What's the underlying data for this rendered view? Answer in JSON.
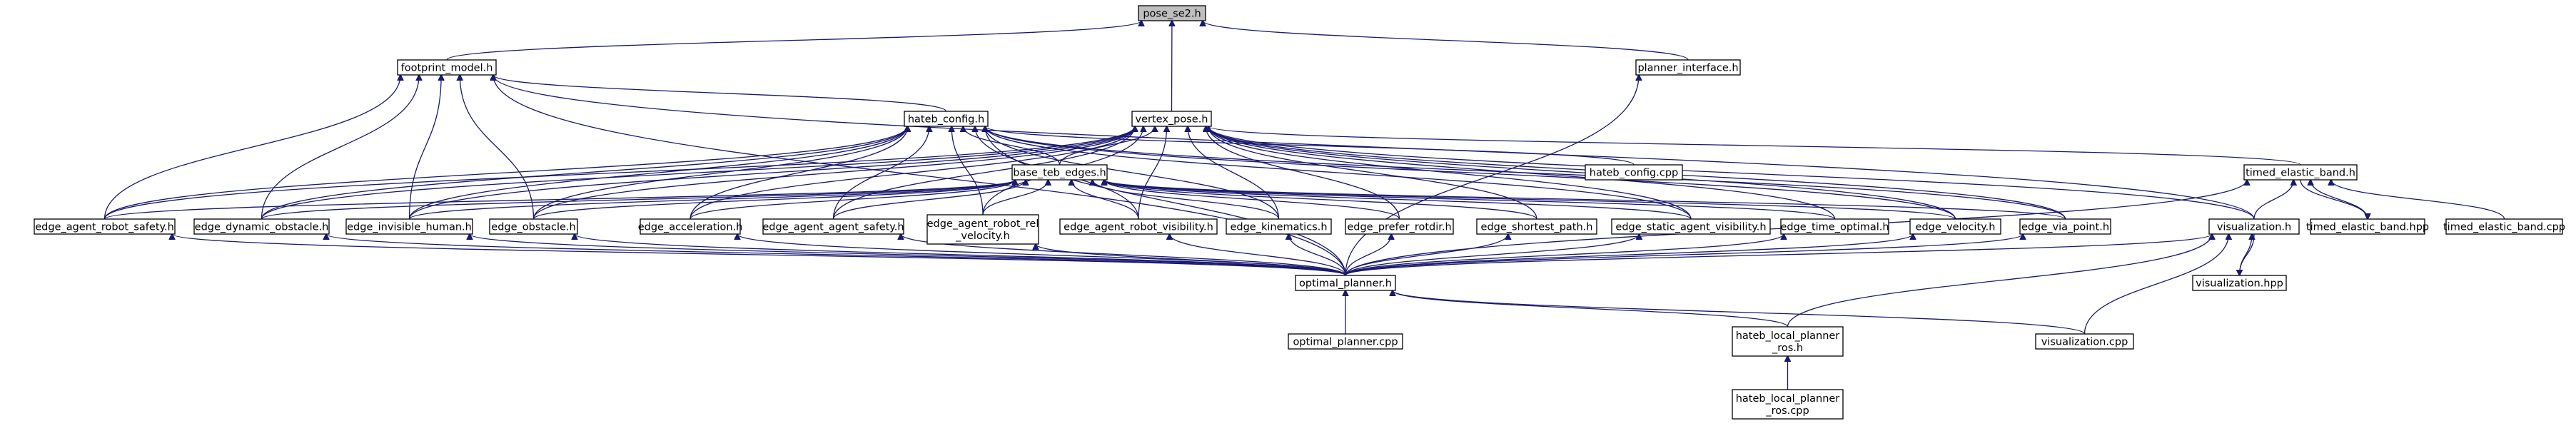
{
  "graph": {
    "colors": {
      "edge": "#191970",
      "root_fill": "#bfbfbf",
      "node_fill": "#ffffff",
      "node_border": "#000000"
    },
    "nodes": [
      {
        "id": "pose_se2",
        "label": "pose_se2.h",
        "root": true
      },
      {
        "id": "footprint_model",
        "label": "footprint_model.h"
      },
      {
        "id": "planner_interface",
        "label": "planner_interface.h"
      },
      {
        "id": "vertex_pose",
        "label": "vertex_pose.h"
      },
      {
        "id": "hateb_config",
        "label": "hateb_config.h"
      },
      {
        "id": "base_teb_edges",
        "label": "base_teb_edges.h"
      },
      {
        "id": "hateb_config_cpp",
        "label": "hateb_config.cpp"
      },
      {
        "id": "timed_elastic_band",
        "label": "timed_elastic_band.h"
      },
      {
        "id": "edge_agent_robot_safety",
        "label": "edge_agent_robot_safety.h"
      },
      {
        "id": "edge_dynamic_obstacle",
        "label": "edge_dynamic_obstacle.h"
      },
      {
        "id": "edge_invisible_human",
        "label": "edge_invisible_human.h"
      },
      {
        "id": "edge_obstacle",
        "label": "edge_obstacle.h"
      },
      {
        "id": "edge_acceleration",
        "label": "edge_acceleration.h"
      },
      {
        "id": "edge_agent_agent_safety",
        "label": "edge_agent_agent_safety.h"
      },
      {
        "id": "edge_agent_robot_rel_velocity",
        "label": "edge_agent_robot_rel\n_velocity.h"
      },
      {
        "id": "edge_agent_robot_visibility",
        "label": "edge_agent_robot_visibility.h"
      },
      {
        "id": "edge_kinematics",
        "label": "edge_kinematics.h"
      },
      {
        "id": "edge_prefer_rotdir",
        "label": "edge_prefer_rotdir.h"
      },
      {
        "id": "edge_shortest_path",
        "label": "edge_shortest_path.h"
      },
      {
        "id": "edge_static_agent_visibility",
        "label": "edge_static_agent_visibility.h"
      },
      {
        "id": "edge_time_optimal",
        "label": "edge_time_optimal.h"
      },
      {
        "id": "edge_velocity",
        "label": "edge_velocity.h"
      },
      {
        "id": "edge_via_point",
        "label": "edge_via_point.h"
      },
      {
        "id": "visualization_h",
        "label": "visualization.h"
      },
      {
        "id": "timed_elastic_band_hpp",
        "label": "timed_elastic_band.hpp"
      },
      {
        "id": "timed_elastic_band_cpp",
        "label": "timed_elastic_band.cpp"
      },
      {
        "id": "visualization_hpp",
        "label": "visualization.hpp"
      },
      {
        "id": "optimal_planner_h",
        "label": "optimal_planner.h"
      },
      {
        "id": "optimal_planner_cpp",
        "label": "optimal_planner.cpp"
      },
      {
        "id": "hateb_local_planner_ros_h",
        "label": "hateb_local_planner\n_ros.h"
      },
      {
        "id": "visualization_cpp",
        "label": "visualization.cpp"
      },
      {
        "id": "hateb_local_planner_ros_cpp",
        "label": "hateb_local_planner\n_ros.cpp"
      }
    ],
    "edges": [
      [
        "footprint_model",
        "pose_se2"
      ],
      [
        "planner_interface",
        "pose_se2"
      ],
      [
        "vertex_pose",
        "pose_se2"
      ],
      [
        "hateb_config",
        "footprint_model"
      ],
      [
        "edge_agent_robot_safety",
        "footprint_model"
      ],
      [
        "edge_dynamic_obstacle",
        "footprint_model"
      ],
      [
        "edge_invisible_human",
        "footprint_model"
      ],
      [
        "edge_obstacle",
        "footprint_model"
      ],
      [
        "optimal_planner_h",
        "footprint_model"
      ],
      [
        "visualization_h",
        "footprint_model"
      ],
      [
        "optimal_planner_h",
        "planner_interface"
      ],
      [
        "base_teb_edges",
        "hateb_config"
      ],
      [
        "hateb_config_cpp",
        "hateb_config"
      ],
      [
        "edge_agent_robot_safety",
        "hateb_config"
      ],
      [
        "edge_dynamic_obstacle",
        "hateb_config"
      ],
      [
        "edge_invisible_human",
        "hateb_config"
      ],
      [
        "edge_obstacle",
        "hateb_config"
      ],
      [
        "edge_acceleration",
        "hateb_config"
      ],
      [
        "edge_agent_agent_safety",
        "hateb_config"
      ],
      [
        "edge_agent_robot_rel_velocity",
        "hateb_config"
      ],
      [
        "edge_agent_robot_visibility",
        "hateb_config"
      ],
      [
        "edge_kinematics",
        "hateb_config"
      ],
      [
        "edge_static_agent_visibility",
        "hateb_config"
      ],
      [
        "edge_velocity",
        "hateb_config"
      ],
      [
        "edge_via_point",
        "hateb_config"
      ],
      [
        "optimal_planner_h",
        "hateb_config"
      ],
      [
        "timed_elastic_band",
        "vertex_pose"
      ],
      [
        "base_teb_edges",
        "vertex_pose"
      ],
      [
        "edge_agent_robot_safety",
        "vertex_pose"
      ],
      [
        "edge_dynamic_obstacle",
        "vertex_pose"
      ],
      [
        "edge_invisible_human",
        "vertex_pose"
      ],
      [
        "edge_obstacle",
        "vertex_pose"
      ],
      [
        "edge_acceleration",
        "vertex_pose"
      ],
      [
        "edge_agent_agent_safety",
        "vertex_pose"
      ],
      [
        "edge_agent_robot_rel_velocity",
        "vertex_pose"
      ],
      [
        "edge_agent_robot_visibility",
        "vertex_pose"
      ],
      [
        "edge_kinematics",
        "vertex_pose"
      ],
      [
        "edge_prefer_rotdir",
        "vertex_pose"
      ],
      [
        "edge_shortest_path",
        "vertex_pose"
      ],
      [
        "edge_static_agent_visibility",
        "vertex_pose"
      ],
      [
        "edge_time_optimal",
        "vertex_pose"
      ],
      [
        "edge_velocity",
        "vertex_pose"
      ],
      [
        "edge_via_point",
        "vertex_pose"
      ],
      [
        "visualization_h",
        "vertex_pose"
      ],
      [
        "edge_agent_robot_safety",
        "base_teb_edges"
      ],
      [
        "edge_dynamic_obstacle",
        "base_teb_edges"
      ],
      [
        "edge_invisible_human",
        "base_teb_edges"
      ],
      [
        "edge_obstacle",
        "base_teb_edges"
      ],
      [
        "edge_acceleration",
        "base_teb_edges"
      ],
      [
        "edge_agent_agent_safety",
        "base_teb_edges"
      ],
      [
        "edge_agent_robot_rel_velocity",
        "base_teb_edges"
      ],
      [
        "edge_agent_robot_visibility",
        "base_teb_edges"
      ],
      [
        "edge_kinematics",
        "base_teb_edges"
      ],
      [
        "edge_prefer_rotdir",
        "base_teb_edges"
      ],
      [
        "edge_shortest_path",
        "base_teb_edges"
      ],
      [
        "edge_static_agent_visibility",
        "base_teb_edges"
      ],
      [
        "edge_time_optimal",
        "base_teb_edges"
      ],
      [
        "edge_velocity",
        "base_teb_edges"
      ],
      [
        "edge_via_point",
        "base_teb_edges"
      ],
      [
        "visualization_h",
        "timed_elastic_band"
      ],
      [
        "timed_elastic_band_hpp",
        "timed_elastic_band"
      ],
      [
        "timed_elastic_band_cpp",
        "timed_elastic_band"
      ],
      [
        "optimal_planner_h",
        "timed_elastic_band"
      ],
      [
        "timed_elastic_band",
        "timed_elastic_band_hpp"
      ],
      [
        "optimal_planner_h",
        "edge_agent_robot_safety"
      ],
      [
        "optimal_planner_h",
        "edge_dynamic_obstacle"
      ],
      [
        "optimal_planner_h",
        "edge_invisible_human"
      ],
      [
        "optimal_planner_h",
        "edge_obstacle"
      ],
      [
        "optimal_planner_h",
        "edge_acceleration"
      ],
      [
        "optimal_planner_h",
        "edge_agent_agent_safety"
      ],
      [
        "optimal_planner_h",
        "edge_agent_robot_rel_velocity"
      ],
      [
        "optimal_planner_h",
        "edge_agent_robot_visibility"
      ],
      [
        "optimal_planner_h",
        "edge_kinematics"
      ],
      [
        "optimal_planner_h",
        "edge_prefer_rotdir"
      ],
      [
        "optimal_planner_h",
        "edge_shortest_path"
      ],
      [
        "optimal_planner_h",
        "edge_static_agent_visibility"
      ],
      [
        "optimal_planner_h",
        "edge_time_optimal"
      ],
      [
        "optimal_planner_h",
        "edge_velocity"
      ],
      [
        "optimal_planner_h",
        "edge_via_point"
      ],
      [
        "optimal_planner_h",
        "visualization_h"
      ],
      [
        "hateb_local_planner_ros_h",
        "visualization_h"
      ],
      [
        "visualization_cpp",
        "visualization_h"
      ],
      [
        "visualization_hpp",
        "visualization_h"
      ],
      [
        "visualization_h",
        "visualization_hpp"
      ],
      [
        "optimal_planner_cpp",
        "optimal_planner_h"
      ],
      [
        "hateb_local_planner_ros_h",
        "optimal_planner_h"
      ],
      [
        "visualization_cpp",
        "optimal_planner_h"
      ],
      [
        "hateb_local_planner_ros_cpp",
        "hateb_local_planner_ros_h"
      ]
    ]
  }
}
